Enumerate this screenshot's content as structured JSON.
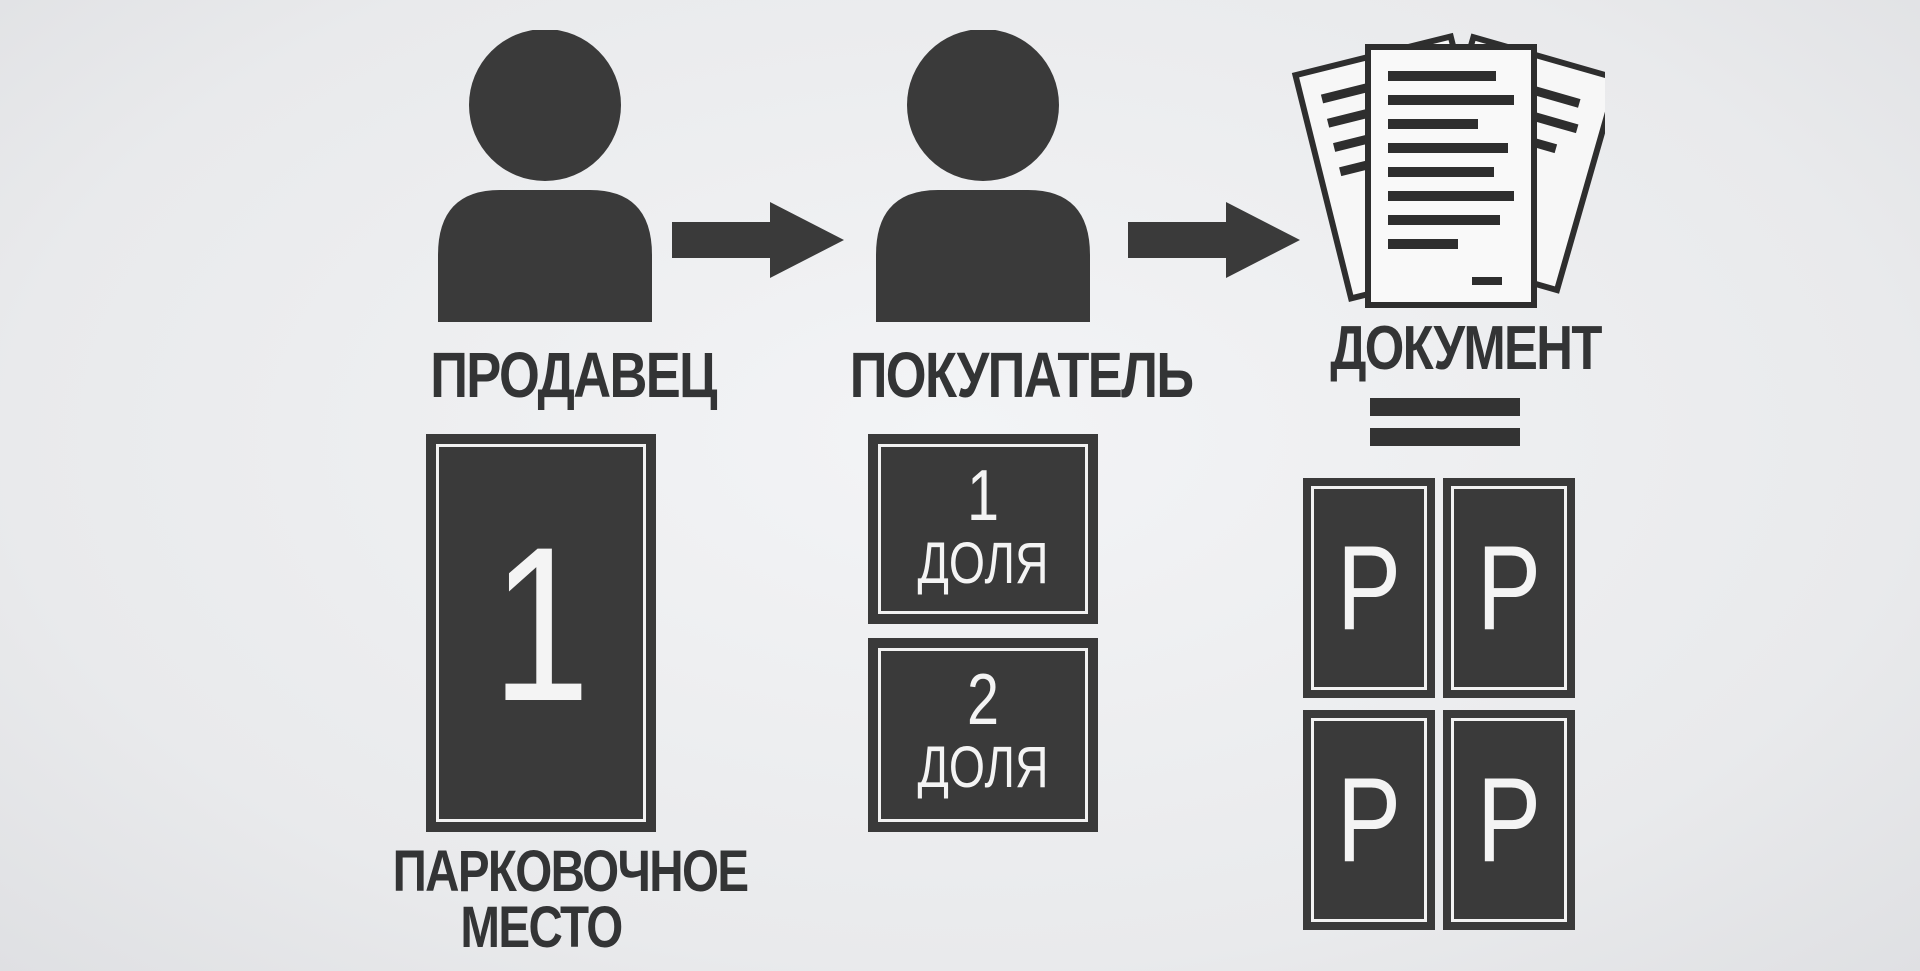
{
  "colors": {
    "ink": "#3a3a3a",
    "paper": "#f2f2f2",
    "background": "#eceef0"
  },
  "icons": {
    "seller": "person-icon",
    "buyer": "person-icon",
    "arrow_1": "arrow-right-icon",
    "arrow_2": "arrow-right-icon",
    "documents": "documents-icon",
    "equals": "equals-icon"
  },
  "seller": {
    "label": "ПРОДАВЕЦ",
    "card_value": "1",
    "caption_line1": "ПАРКОВОЧНОЕ",
    "caption_line2": "МЕСТО"
  },
  "buyer": {
    "label": "ПОКУПАТЕЛЬ",
    "shares": [
      {
        "number": "1",
        "word": "ДОЛЯ"
      },
      {
        "number": "2",
        "word": "ДОЛЯ"
      }
    ]
  },
  "document": {
    "label": "ДОКУМЕНТ",
    "parking_tiles": [
      "P",
      "P",
      "P",
      "P"
    ]
  }
}
